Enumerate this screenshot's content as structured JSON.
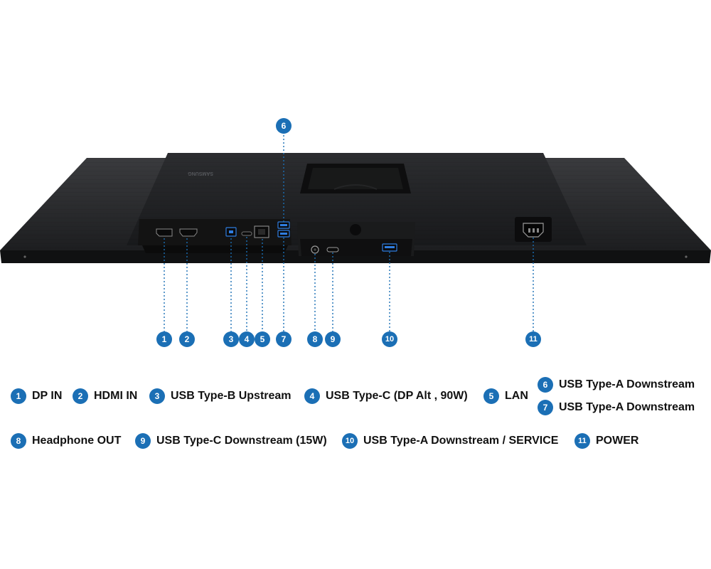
{
  "brand": "SAMSUNG",
  "colors": {
    "accent": "#1b6fb5",
    "monitor_body": "#2a2b2d",
    "monitor_panel": "#1e1f21",
    "port_plate": "#141414"
  },
  "ports": [
    {
      "number": "1",
      "label": "DP IN",
      "icon": "displayport-port-icon"
    },
    {
      "number": "2",
      "label": "HDMI IN",
      "icon": "hdmi-port-icon"
    },
    {
      "number": "3",
      "label": "USB Type-B Upstream",
      "icon": "usb-b-port-icon"
    },
    {
      "number": "4",
      "label": "USB Type-C (DP Alt , 90W)",
      "icon": "usb-c-port-icon"
    },
    {
      "number": "5",
      "label": "LAN",
      "icon": "lan-port-icon"
    },
    {
      "number": "6",
      "label": "USB Type-A Downstream",
      "icon": "usb-a-port-icon"
    },
    {
      "number": "7",
      "label": "USB Type-A Downstream",
      "icon": "usb-a-port-icon"
    },
    {
      "number": "8",
      "label": "Headphone OUT",
      "icon": "headphone-jack-icon"
    },
    {
      "number": "9",
      "label": "USB Type-C Downstream (15W)",
      "icon": "usb-c-port-icon"
    },
    {
      "number": "10",
      "label": "USB Type-A Downstream / SERVICE",
      "icon": "usb-a-port-icon"
    },
    {
      "number": "11",
      "label": "POWER",
      "icon": "power-socket-icon"
    }
  ]
}
